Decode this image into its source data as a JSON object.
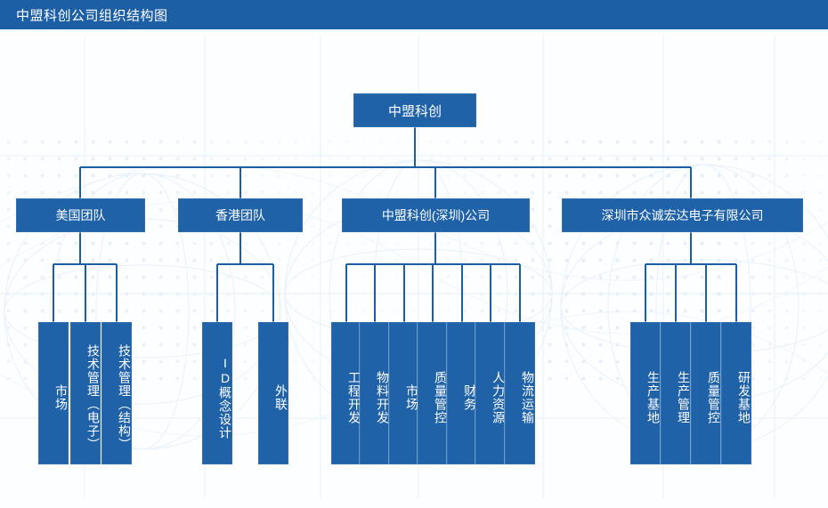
{
  "header": {
    "title": "中盟科创公司组织结构图",
    "bar_color": "#1c5fa4"
  },
  "theme": {
    "node_fill": "#1f62a8",
    "node_border": "#2f6fb0",
    "line_color": "#1b5ea3",
    "text_color": "#ffffff",
    "background": "#fdfeff",
    "dot_color": "#dce9f6"
  },
  "chart_data": {
    "type": "diagram",
    "diagram_type": "org-chart",
    "title": "中盟科创公司组织结构图",
    "orientation": "top-down",
    "levels": 3,
    "root": {
      "id": "root",
      "label": "中盟科创"
    },
    "divisions": [
      {
        "id": "us-team",
        "label": "美国团队",
        "children": [
          {
            "id": "us-market",
            "label": "市场"
          },
          {
            "id": "us-tech-elec",
            "label": "技术管理（电子）"
          },
          {
            "id": "us-tech-struct",
            "label": "技术管理（结构）"
          }
        ]
      },
      {
        "id": "hk-team",
        "label": "香港团队",
        "children": [
          {
            "id": "hk-id-design",
            "label": "ID概念设计"
          },
          {
            "id": "hk-liaison",
            "label": "外联"
          }
        ]
      },
      {
        "id": "sz-company",
        "label": "中盟科创(深圳)公司",
        "children": [
          {
            "id": "sz-eng-dev",
            "label": "工程开发"
          },
          {
            "id": "sz-mat-dev",
            "label": "物料开发"
          },
          {
            "id": "sz-market",
            "label": "市场"
          },
          {
            "id": "sz-quality",
            "label": "质量管控"
          },
          {
            "id": "sz-finance",
            "label": "财务"
          },
          {
            "id": "sz-hr",
            "label": "人力资源"
          },
          {
            "id": "sz-logistics",
            "label": "物流运输"
          }
        ]
      },
      {
        "id": "zchd-company",
        "label": "深圳市众诚宏达电子有限公司",
        "children": [
          {
            "id": "zc-prod-base",
            "label": "生产基地"
          },
          {
            "id": "zc-prod-mgmt",
            "label": "生产管理"
          },
          {
            "id": "zc-quality",
            "label": "质量管控"
          },
          {
            "id": "zc-rnd-base",
            "label": "研发基地"
          }
        ]
      }
    ]
  }
}
